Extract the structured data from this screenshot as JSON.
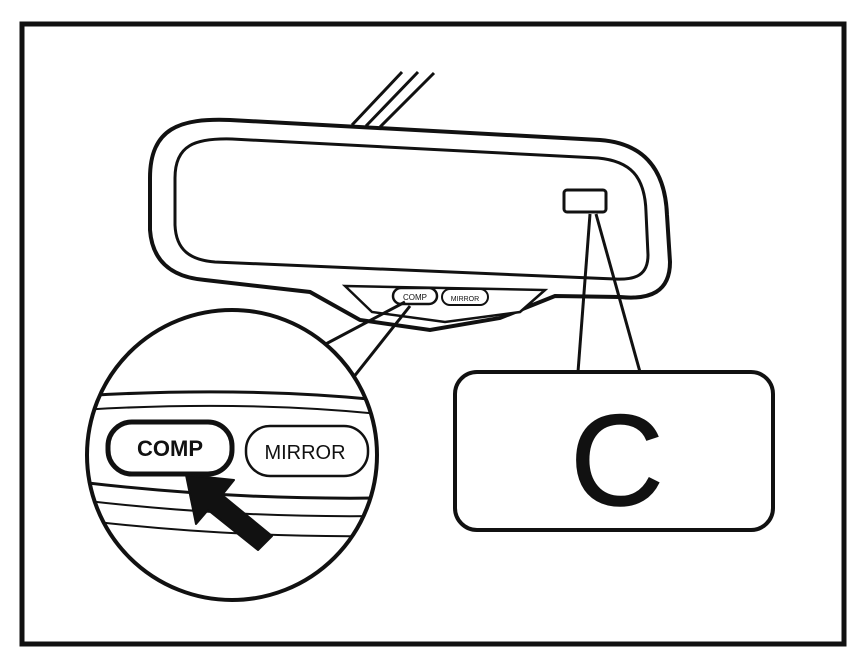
{
  "figure": {
    "buttons": {
      "comp_label": "COMP",
      "mirror_label": "MIRROR",
      "comp_small_label": "COMP",
      "mirror_small_label": "MIRROR"
    },
    "display": {
      "reading": "C"
    }
  },
  "colors": {
    "ink": "#111111",
    "paper": "#ffffff"
  }
}
